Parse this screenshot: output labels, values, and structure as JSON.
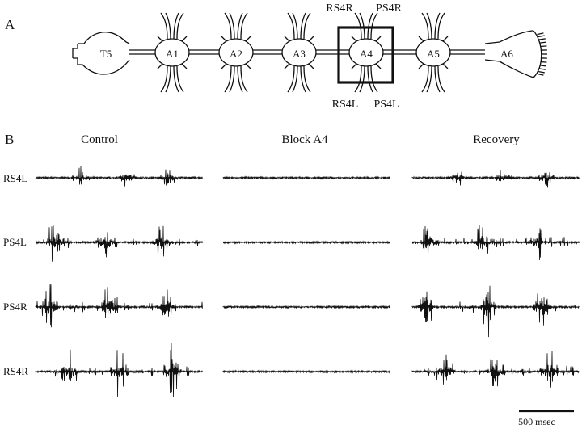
{
  "panel_a": {
    "letter": "A",
    "ganglia": [
      "T5",
      "A1",
      "A2",
      "A3",
      "A4",
      "A5",
      "A6"
    ],
    "nerve_labels_top": [
      "RS4R",
      "PS4R"
    ],
    "nerve_labels_bottom": [
      "RS4L",
      "PS4L"
    ],
    "highlighted_ganglion": "A4"
  },
  "panel_b": {
    "letter": "B",
    "columns": [
      "Control",
      "Block A4",
      "Recovery"
    ],
    "rows": [
      "RS4L",
      "PS4L",
      "PS4R",
      "RS4R"
    ],
    "scale_bar": "500 msec"
  },
  "colors": {
    "ink": "#111111",
    "background": "#ffffff"
  }
}
